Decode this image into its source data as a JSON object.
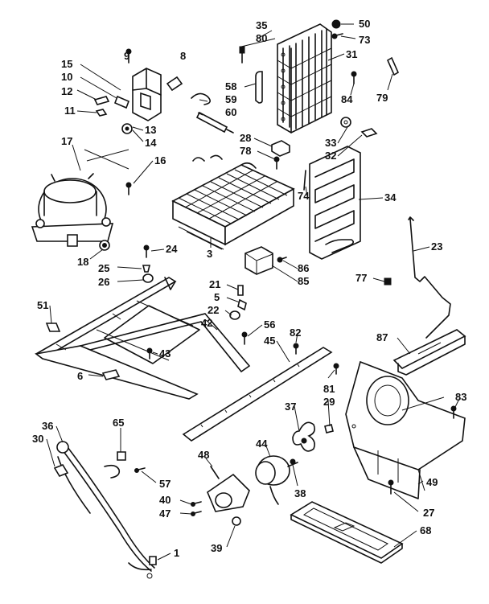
{
  "labels": [
    {
      "id": "l35",
      "text": "35"
    },
    {
      "id": "l80",
      "text": "80"
    },
    {
      "id": "l50",
      "text": "50"
    },
    {
      "id": "l73",
      "text": "73"
    },
    {
      "id": "l9",
      "text": "9"
    },
    {
      "id": "l8",
      "text": "8"
    },
    {
      "id": "l15",
      "text": "15"
    },
    {
      "id": "l10",
      "text": "10"
    },
    {
      "id": "l12",
      "text": "12"
    },
    {
      "id": "l11",
      "text": "11"
    },
    {
      "id": "l13",
      "text": "13"
    },
    {
      "id": "l14",
      "text": "14"
    },
    {
      "id": "l58",
      "text": "58"
    },
    {
      "id": "l59",
      "text": "59"
    },
    {
      "id": "l60",
      "text": "60"
    },
    {
      "id": "l31",
      "text": "31"
    },
    {
      "id": "l84",
      "text": "84"
    },
    {
      "id": "l79",
      "text": "79"
    },
    {
      "id": "l17",
      "text": "17"
    },
    {
      "id": "l16",
      "text": "16"
    },
    {
      "id": "l28",
      "text": "28"
    },
    {
      "id": "l78",
      "text": "78"
    },
    {
      "id": "l33",
      "text": "33"
    },
    {
      "id": "l32",
      "text": "32"
    },
    {
      "id": "l74",
      "text": "74"
    },
    {
      "id": "l34",
      "text": "34"
    },
    {
      "id": "l23",
      "text": "23"
    },
    {
      "id": "l18",
      "text": "18"
    },
    {
      "id": "l24",
      "text": "24"
    },
    {
      "id": "l25",
      "text": "25"
    },
    {
      "id": "l26",
      "text": "26"
    },
    {
      "id": "l3",
      "text": "3"
    },
    {
      "id": "l86",
      "text": "86"
    },
    {
      "id": "l85",
      "text": "85"
    },
    {
      "id": "l77",
      "text": "77"
    },
    {
      "id": "l21",
      "text": "21"
    },
    {
      "id": "l5",
      "text": "5"
    },
    {
      "id": "l51",
      "text": "51"
    },
    {
      "id": "l22",
      "text": "22"
    },
    {
      "id": "l42",
      "text": "42"
    },
    {
      "id": "l56",
      "text": "56"
    },
    {
      "id": "l82",
      "text": "82"
    },
    {
      "id": "l87",
      "text": "87"
    },
    {
      "id": "l45",
      "text": "45"
    },
    {
      "id": "l43",
      "text": "43"
    },
    {
      "id": "l6",
      "text": "6"
    },
    {
      "id": "l81",
      "text": "81"
    },
    {
      "id": "l29",
      "text": "29"
    },
    {
      "id": "l83",
      "text": "83"
    },
    {
      "id": "l37",
      "text": "37"
    },
    {
      "id": "l36",
      "text": "36"
    },
    {
      "id": "l65",
      "text": "65"
    },
    {
      "id": "l30",
      "text": "30"
    },
    {
      "id": "l44",
      "text": "44"
    },
    {
      "id": "l48",
      "text": "48"
    },
    {
      "id": "l57",
      "text": "57"
    },
    {
      "id": "l40",
      "text": "40"
    },
    {
      "id": "l47",
      "text": "47"
    },
    {
      "id": "l38",
      "text": "38"
    },
    {
      "id": "l49",
      "text": "49"
    },
    {
      "id": "l27",
      "text": "27"
    },
    {
      "id": "l39",
      "text": "39"
    },
    {
      "id": "l68",
      "text": "68"
    },
    {
      "id": "l1",
      "text": "1"
    }
  ]
}
